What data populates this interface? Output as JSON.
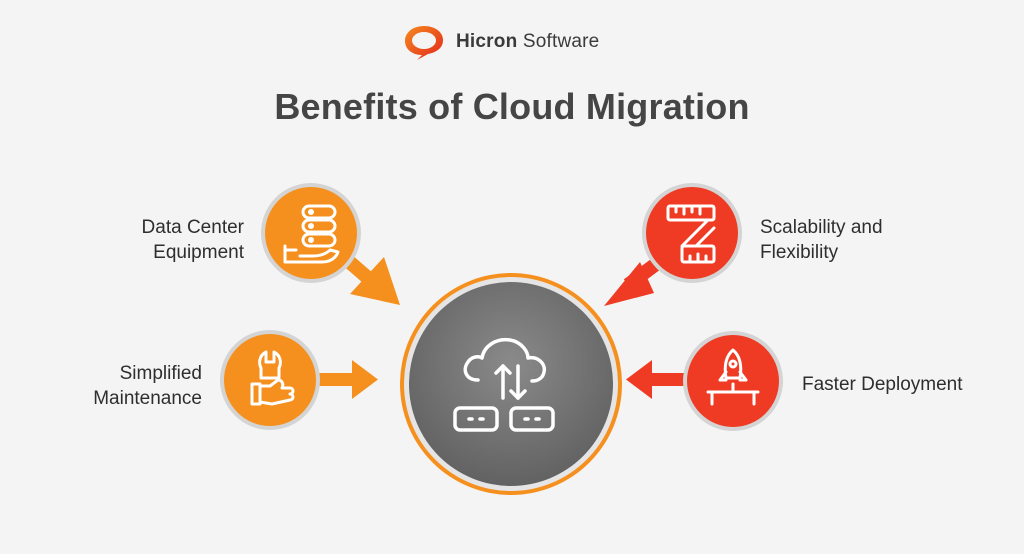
{
  "brand": {
    "name_bold": "Hicron",
    "name_regular": "Software",
    "accent": "#e8401c"
  },
  "title": "Benefits of Cloud Migration",
  "colors": {
    "orange": "#f5901e",
    "red": "#ef3b24",
    "hub": "#6b6b6b",
    "ring": "#d4d4d4",
    "hub_ring": "#f7a04d"
  },
  "hub": {
    "icon": "cloud-server-sync-icon"
  },
  "benefits": [
    {
      "id": "data-center",
      "line1": "Data Center",
      "line2": "Equipment",
      "icon": "server-hand-icon",
      "color": "orange"
    },
    {
      "id": "maintenance",
      "line1": "Simplified",
      "line2": "Maintenance",
      "icon": "wrench-thumbs-up-icon",
      "color": "orange"
    },
    {
      "id": "scalability",
      "line1": "Scalability and",
      "line2": "Flexibility",
      "icon": "measuring-tape-icon",
      "color": "red"
    },
    {
      "id": "deployment",
      "line1": "Faster Deployment",
      "line2": "",
      "icon": "rocket-launch-icon",
      "color": "red"
    }
  ]
}
